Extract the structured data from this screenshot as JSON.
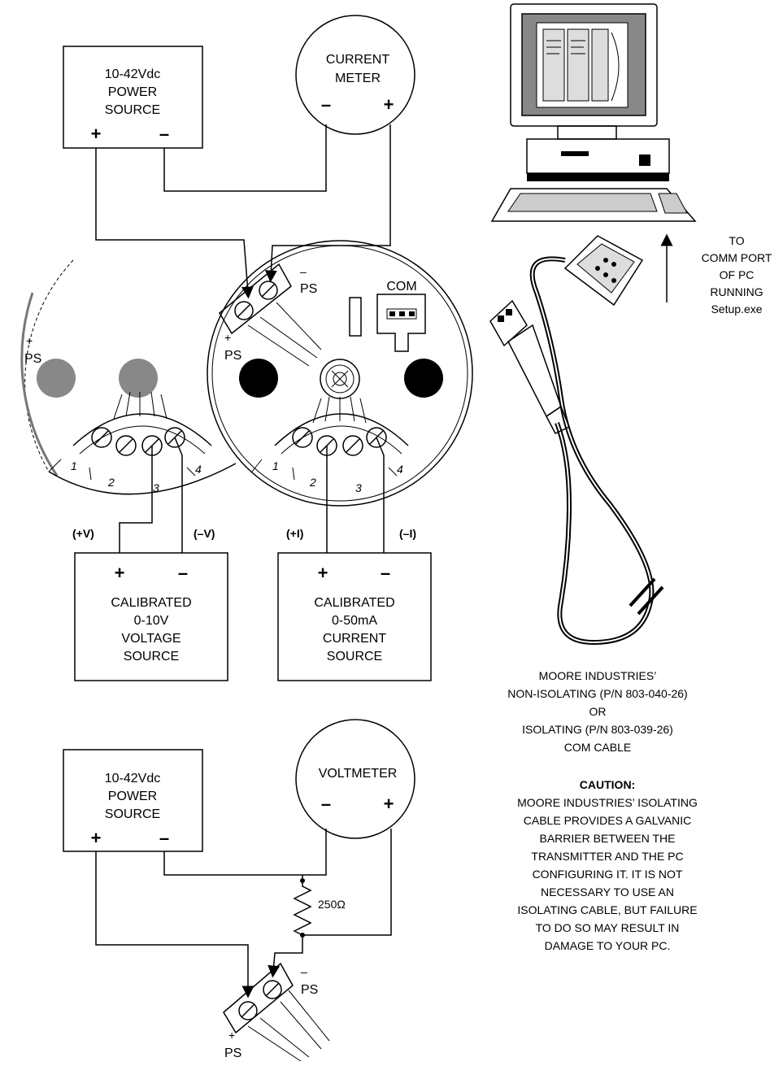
{
  "power_source_top": {
    "lines": [
      "10-42Vdc",
      "POWER",
      "SOURCE"
    ],
    "plus": "+",
    "minus": "–"
  },
  "current_meter": {
    "lines": [
      "CURRENT",
      "METER"
    ],
    "plus": "+",
    "minus": "–"
  },
  "transmitter_left": {
    "ps_plus": [
      "+",
      "PS"
    ],
    "terminals": [
      "1",
      "2",
      "3",
      "4"
    ]
  },
  "transmitter_right": {
    "ps_plus": [
      "+",
      "PS"
    ],
    "ps_minus": [
      "–",
      "PS"
    ],
    "com": "COM",
    "terminals": [
      "1",
      "2",
      "3",
      "4"
    ]
  },
  "voltage_leads": {
    "plus": "(+V)",
    "minus": "(–V)"
  },
  "current_leads": {
    "plus": "(+I)",
    "minus": "(–I)"
  },
  "voltage_source": {
    "lines": [
      "CALIBRATED",
      "0-10V",
      "VOLTAGE",
      "SOURCE"
    ],
    "plus": "+",
    "minus": "–"
  },
  "current_source": {
    "lines": [
      "CALIBRATED",
      "0-50mA",
      "CURRENT",
      "SOURCE"
    ],
    "plus": "+",
    "minus": "–"
  },
  "pc_note": {
    "lines": [
      "TO",
      "COMM PORT",
      "OF PC",
      "RUNNING",
      "Setup.exe"
    ]
  },
  "cable_note": {
    "lines": [
      "MOORE INDUSTRIES’",
      "NON-ISOLATING (P/N 803-040-26)",
      "OR",
      "ISOLATING (P/N 803-039-26)",
      "COM CABLE"
    ]
  },
  "caution": {
    "title": "CAUTION:",
    "lines": [
      "MOORE INDUSTRIES’ ISOLATING",
      "CABLE PROVIDES A GALVANIC",
      "BARRIER BETWEEN THE",
      "TRANSMITTER AND THE PC",
      "CONFIGURING IT.  IT IS NOT",
      "NECESSARY TO USE AN",
      "ISOLATING CABLE, BUT FAILURE",
      "TO DO SO MAY RESULT IN",
      "DAMAGE TO YOUR PC."
    ]
  },
  "power_source_bottom": {
    "lines": [
      "10-42Vdc",
      "POWER",
      "SOURCE"
    ],
    "plus": "+",
    "minus": "–"
  },
  "voltmeter": {
    "label": "VOLTMETER",
    "plus": "+",
    "minus": "–"
  },
  "resistor": {
    "label": "250Ω"
  },
  "bottom_terminal": {
    "ps_plus": [
      "+",
      "PS"
    ],
    "ps_minus": [
      "–",
      "PS"
    ]
  }
}
